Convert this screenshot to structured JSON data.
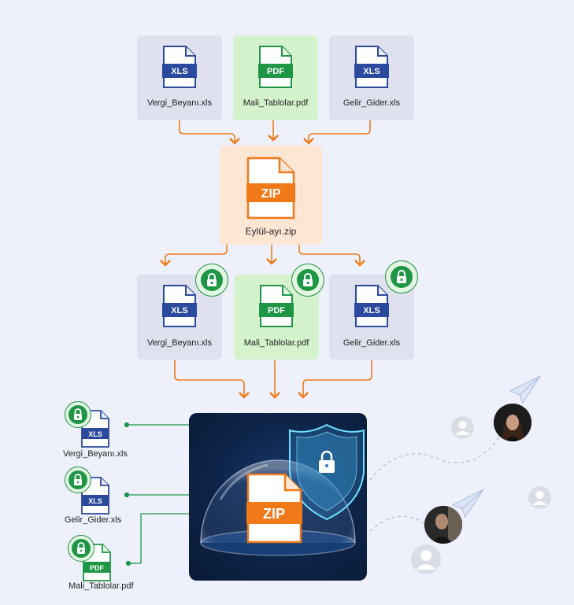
{
  "top_files": [
    {
      "name": "Vergi_Beyanı.xls",
      "type": "XLS"
    },
    {
      "name": "Mali_Tablolar.pdf",
      "type": "PDF"
    },
    {
      "name": "Gelir_Gider.xls",
      "type": "XLS"
    }
  ],
  "archive": {
    "name": "Eylül-ayı.zip",
    "type": "ZIP"
  },
  "locked_files": [
    {
      "name": "Vergi_Beyanı.xls",
      "type": "XLS"
    },
    {
      "name": "Mali_Tablolar.pdf",
      "type": "PDF"
    },
    {
      "name": "Gelir_Gider.xls",
      "type": "XLS"
    }
  ],
  "side_files": [
    {
      "name": "Vergi_Beyanı.xls",
      "type": "XLS"
    },
    {
      "name": "Gelir_Gider.xls",
      "type": "XLS"
    },
    {
      "name": "Mali_Tablolar.pdf",
      "type": "PDF"
    }
  ],
  "vault": {
    "type": "ZIP"
  },
  "colors": {
    "xls": "#2b4a9e",
    "pdf": "#1f9646",
    "zip": "#f07a1a",
    "arrow": "#f07a1a",
    "connector": "#1f9646",
    "lock": "#1f9646"
  },
  "icons": [
    "file-xls-icon",
    "file-pdf-icon",
    "file-zip-icon",
    "lock-icon",
    "shield-lock-icon",
    "paper-plane-icon",
    "user-avatar-icon"
  ]
}
